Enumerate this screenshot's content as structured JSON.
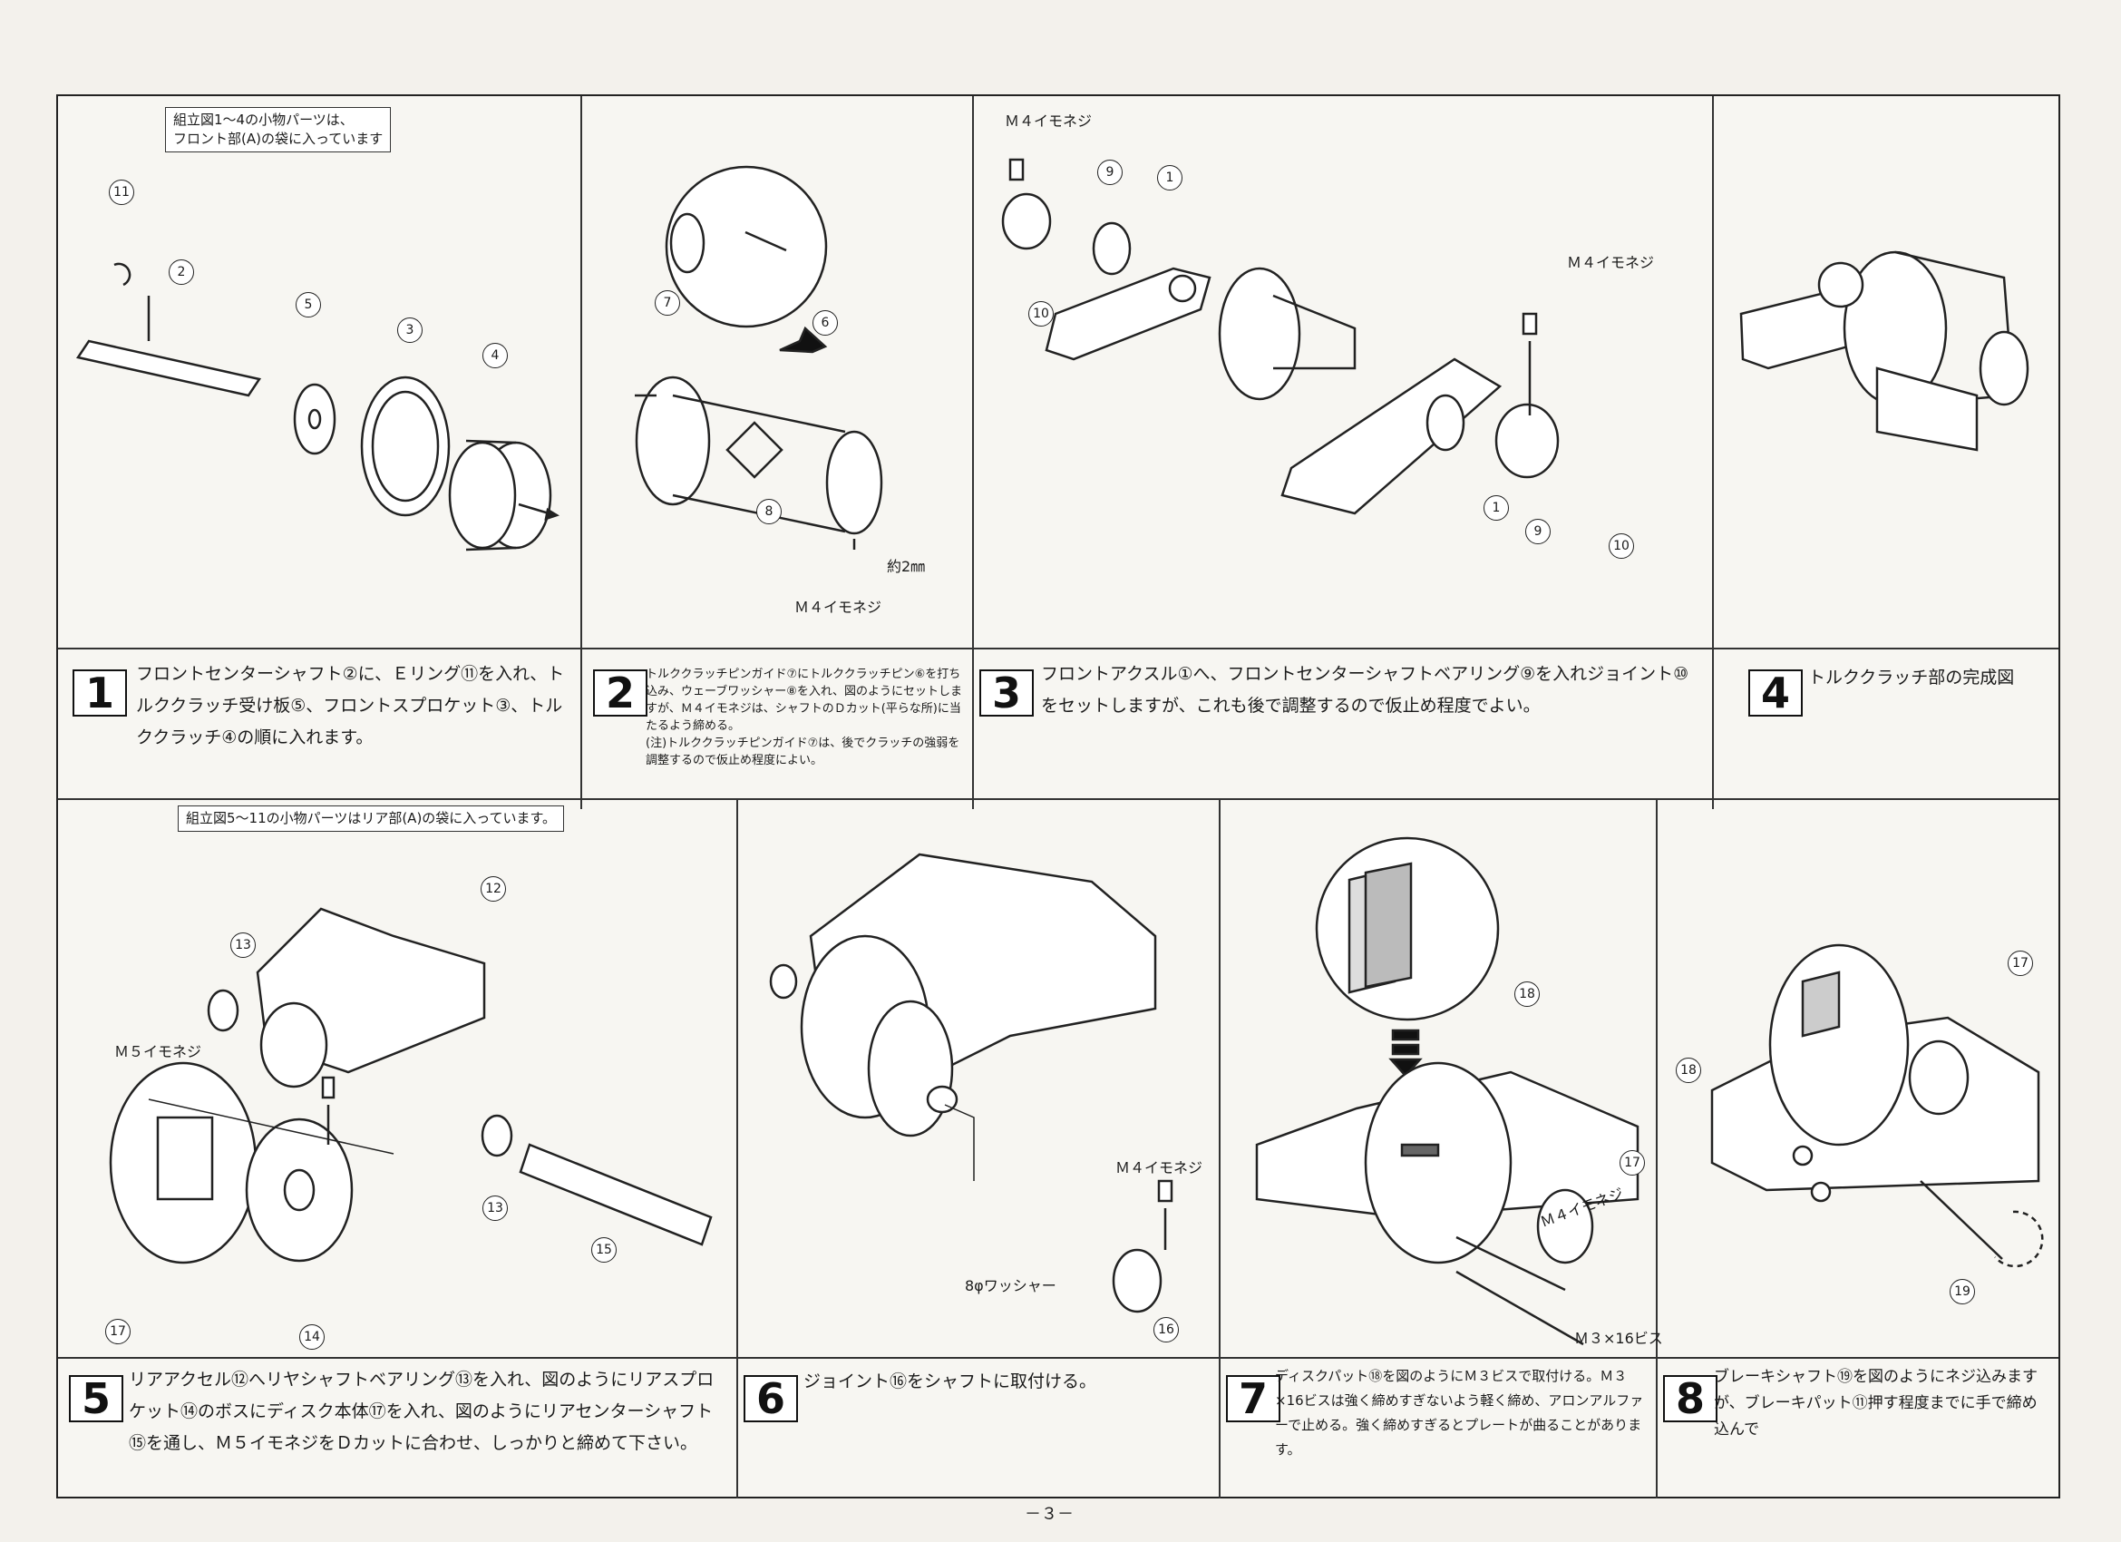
{
  "notes": {
    "front_parts": "組立図1～4の小物パーツは、\nフロント部(A)の袋に入っています",
    "rear_parts": "組立図5～11の小物パーツはリア部(A)の袋に入っています。"
  },
  "labels": {
    "m4_set_screw": "Ｍ４イモネジ",
    "m5_set_screw": "Ｍ５イモネジ",
    "approx_2mm": "約2㎜",
    "washer_8": "8φワッシャー",
    "m3x16_screw": "Ｍ３×16ビス"
  },
  "callouts": {
    "c1": "1",
    "c2": "2",
    "c3": "3",
    "c4": "4",
    "c5": "5",
    "c6": "6",
    "c7": "7",
    "c8": "8",
    "c9": "9",
    "c10": "10",
    "c11": "11",
    "c12": "12",
    "c13": "13",
    "c14": "14",
    "c15": "15",
    "c16": "16",
    "c17": "17",
    "c18": "18",
    "c19": "19"
  },
  "steps": [
    {
      "number": "1",
      "text": "フロントセンターシャフト②に、Ｅリング⑪を入れ、トルククラッチ受け板⑤、フロントスプロケット③、トルククラッチ④の順に入れます。"
    },
    {
      "number": "2",
      "text": "トルククラッチピンガイド⑦にトルククラッチピン⑥を打ち込み、ウェーブワッシャー⑧を入れ、図のようにセットしますが、Ｍ４イモネジは、シャフトのＤカット(平らな所)に当たるよう締める。\n(注)トルククラッチピンガイド⑦は、後でクラッチの強弱を調整するので仮止め程度によい。"
    },
    {
      "number": "3",
      "text": "フロントアクスル①へ、フロントセンターシャフトベアリング⑨を入れジョイント⑩をセットしますが、これも後で調整するので仮止め程度でよい。"
    },
    {
      "number": "4",
      "text": "トルククラッチ部の完成図"
    },
    {
      "number": "5",
      "text": "リアアクセル⑫へリヤシャフトベアリング⑬を入れ、図のようにリアスプロケット⑭のボスにディスク本体⑰を入れ、図のようにリアセンターシャフト⑮を通し、Ｍ５イモネジをＤカットに合わせ、しっかりと締めて下さい。"
    },
    {
      "number": "6",
      "text": "ジョイント⑯をシャフトに取付ける。"
    },
    {
      "number": "7",
      "text": "ディスクパット⑱を図のようにＭ３ビスで取付ける。Ｍ３×16ビスは強く締めすぎないよう軽く締め、アロンアルファーで止める。強く締めすぎるとプレートが曲ることがあります。"
    },
    {
      "number": "8",
      "text": "ブレーキシャフト⑲を図のようにネジ込みますが、ブレーキパット⑪押す程度までに手で締め込んで"
    }
  ],
  "page_number": "－３－"
}
